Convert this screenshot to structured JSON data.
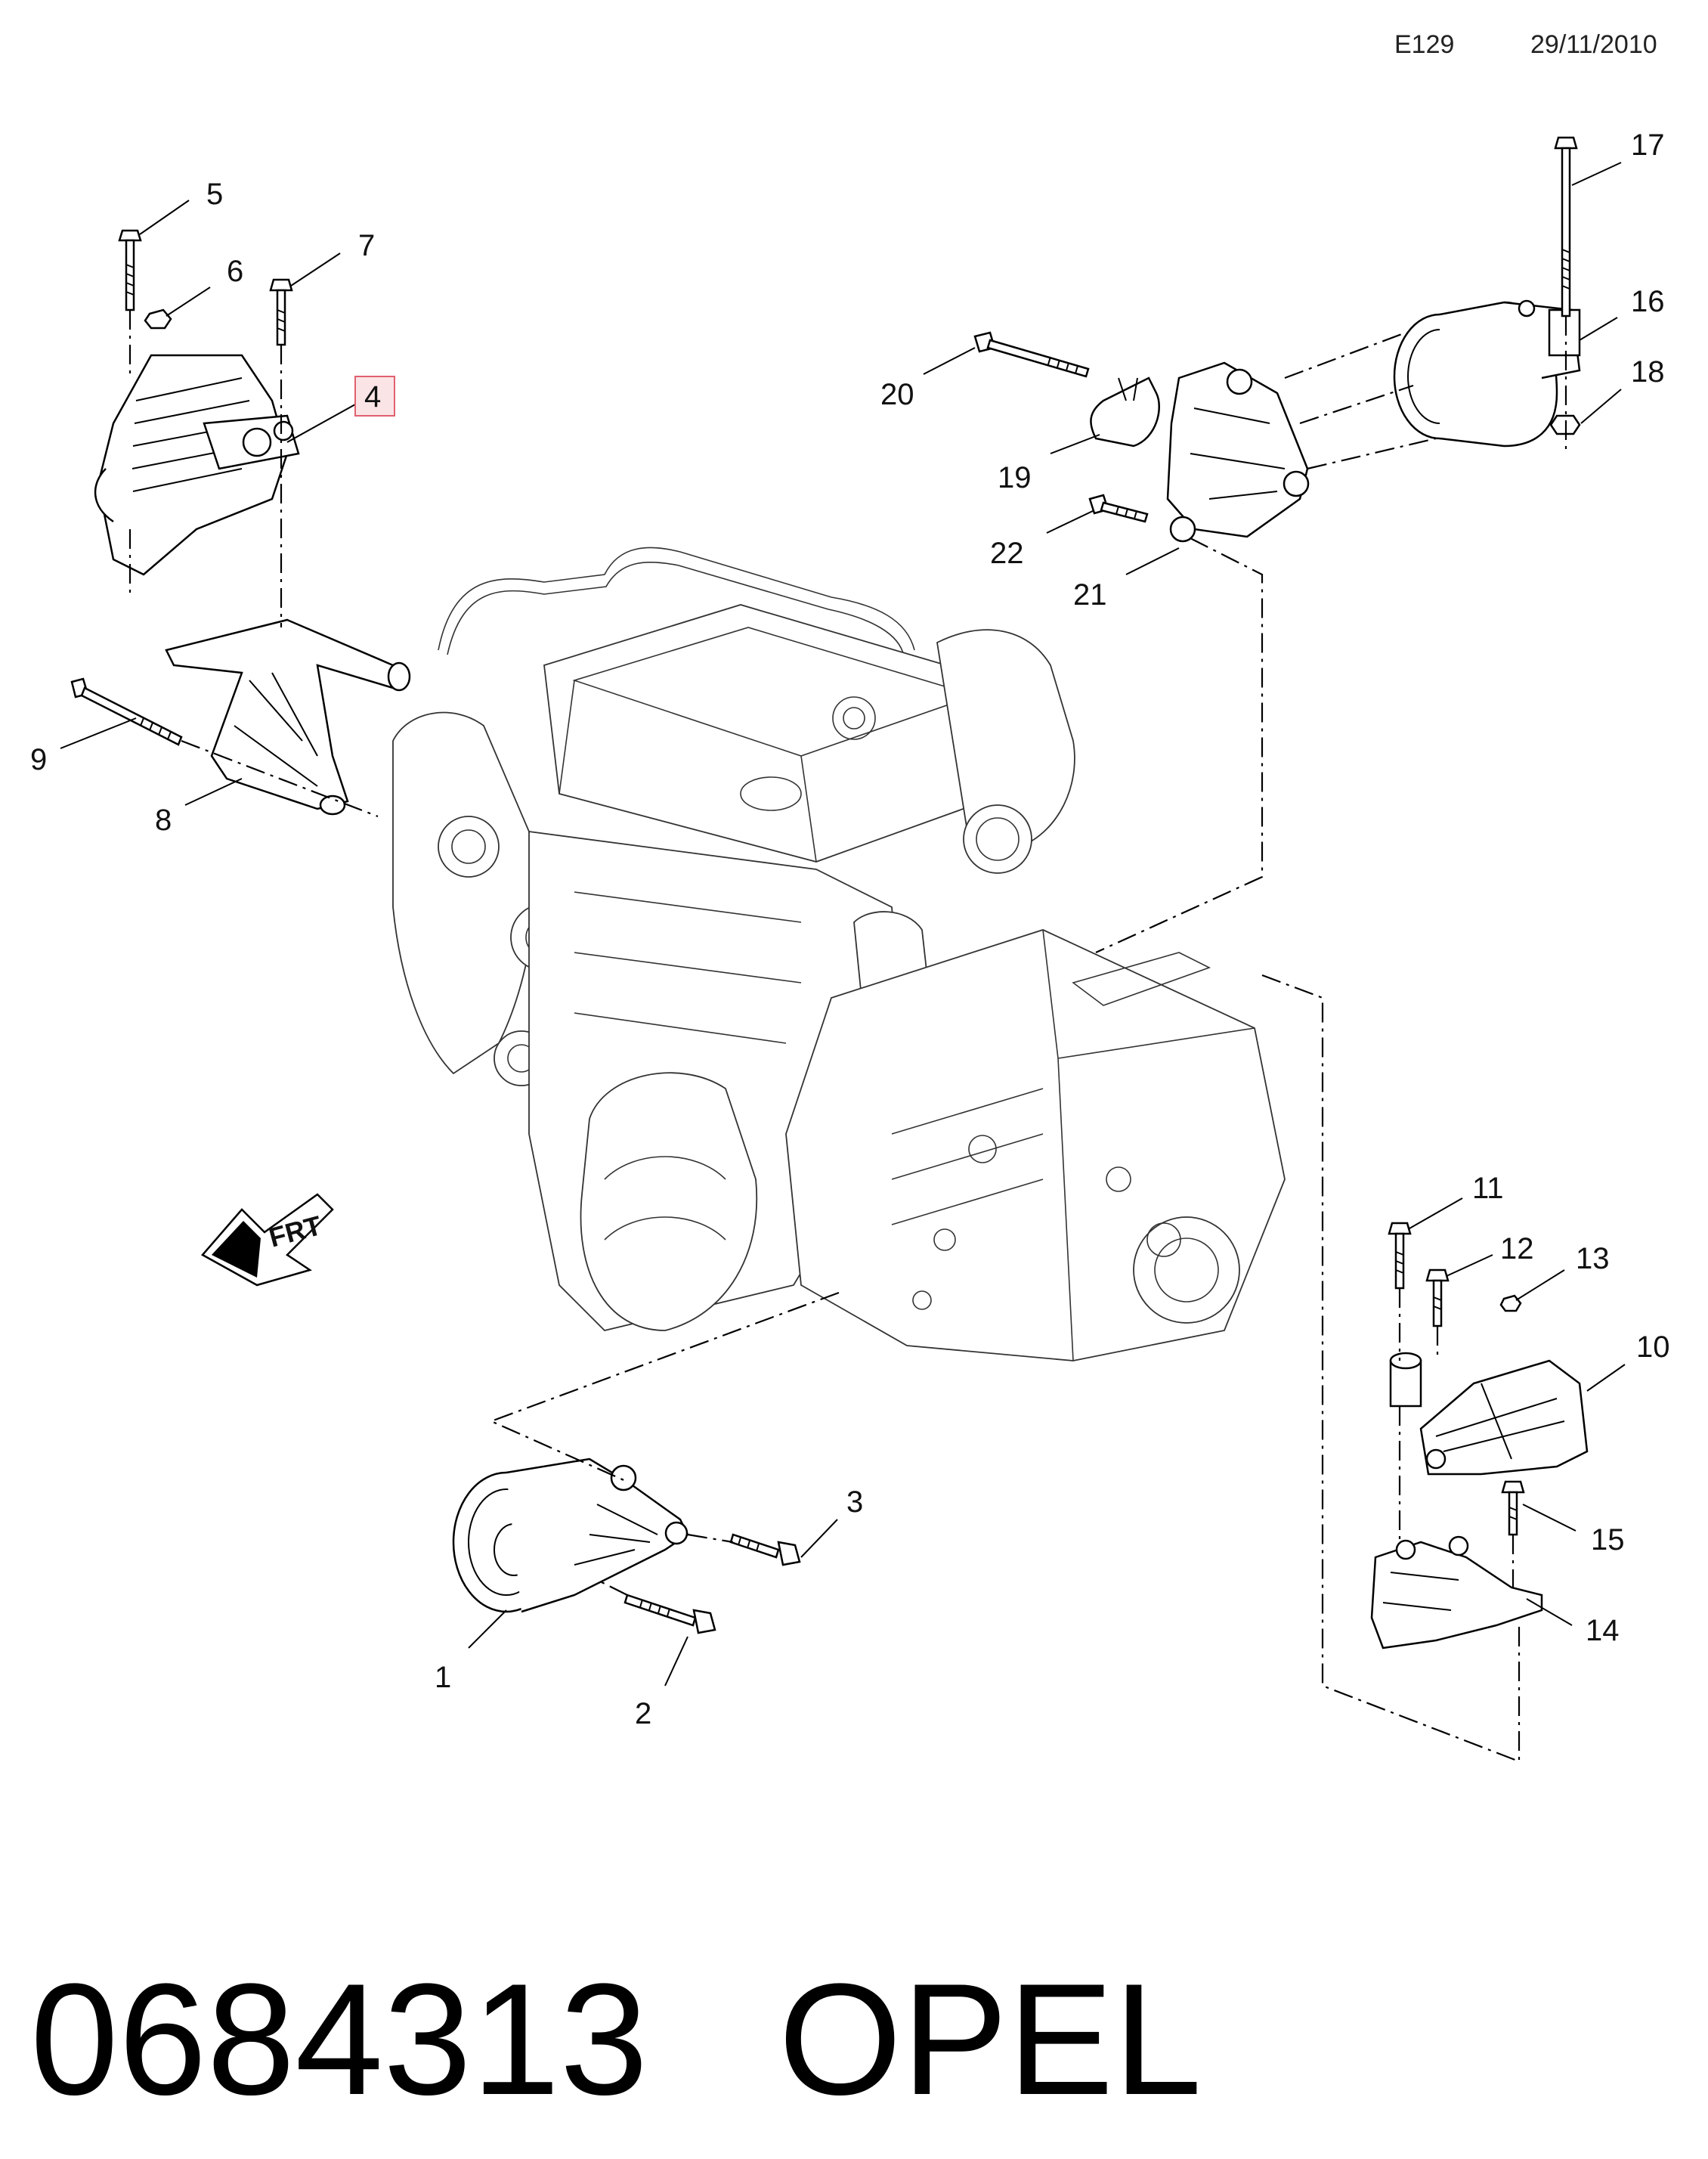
{
  "header": {
    "code": "E129",
    "date": "29/11/2010"
  },
  "callouts": {
    "c1": "1",
    "c2": "2",
    "c3": "3",
    "c4": "4",
    "c5": "5",
    "c6": "6",
    "c7": "7",
    "c8": "8",
    "c9": "9",
    "c10": "10",
    "c11": "11",
    "c12": "12",
    "c13": "13",
    "c14": "14",
    "c15": "15",
    "c16": "16",
    "c17": "17",
    "c18": "18",
    "c19": "19",
    "c20": "20",
    "c21": "21",
    "c22": "22"
  },
  "highlight_color": "#e06070",
  "direction_marker": {
    "text": "FRT",
    "icon": "direction-arrow-icon"
  },
  "footer": {
    "part_number": "0684313",
    "brand": "OPEL"
  }
}
